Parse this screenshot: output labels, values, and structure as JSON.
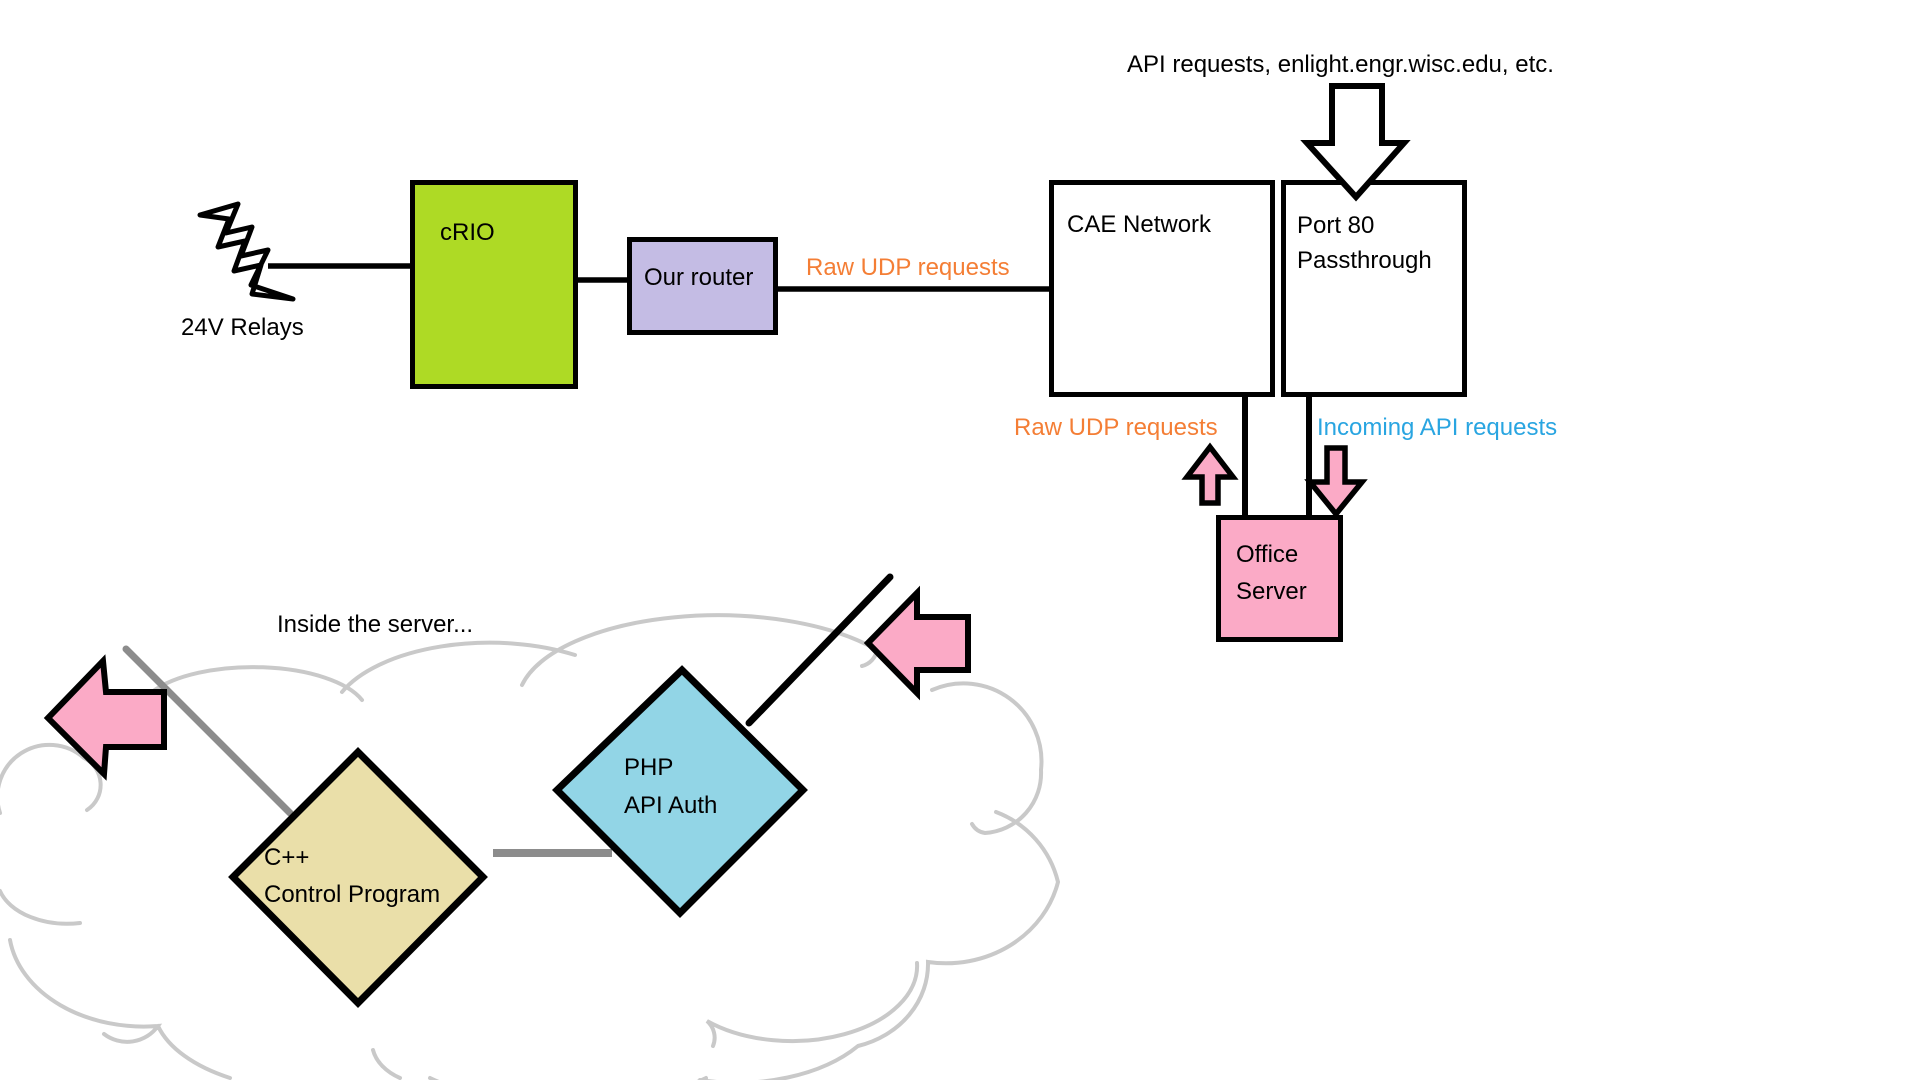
{
  "diagram": {
    "labels": {
      "api_requests": "API requests, enlight.engr.wisc.edu, etc.",
      "relays": "24V Relays",
      "crio": "cRIO",
      "router": "Our router",
      "cae_network": "CAE Network",
      "port80_line1": "Port 80",
      "port80_line2": "Passthrough",
      "raw_udp_top": "Raw UDP requests",
      "raw_udp_bottom": "Raw UDP requests",
      "incoming_api": "Incoming API requests",
      "office_line1": "Office",
      "office_line2": "Server",
      "inside_server": "Inside the server...",
      "cpp_line1": "C++",
      "cpp_line2": "Control Program",
      "php_line1": "PHP",
      "php_line2": "API Auth"
    },
    "icons": {
      "lightning": "lightning-bolt-icon",
      "big_down_arrow": "down-arrow-icon",
      "udp_up_arrow": "up-arrow-icon",
      "api_down_arrow": "down-arrow-icon",
      "outbound_left_arrow": "left-arrow-icon",
      "inbound_left_arrow": "left-arrow-icon",
      "cloud": "cloud-outline"
    },
    "colors": {
      "crio_fill": "#aeda25",
      "router_fill": "#c4bce4",
      "office_fill": "#fbaac6",
      "arrow_pink": "#fbaac6",
      "cpp_fill": "#eadfa9",
      "php_fill": "#92d5e6",
      "udp_label": "#f47e35",
      "api_label": "#29a5e1",
      "cloud_stroke": "#c9c9c9",
      "slash_gray": "#8c8c8c",
      "outline": "#000000"
    }
  }
}
